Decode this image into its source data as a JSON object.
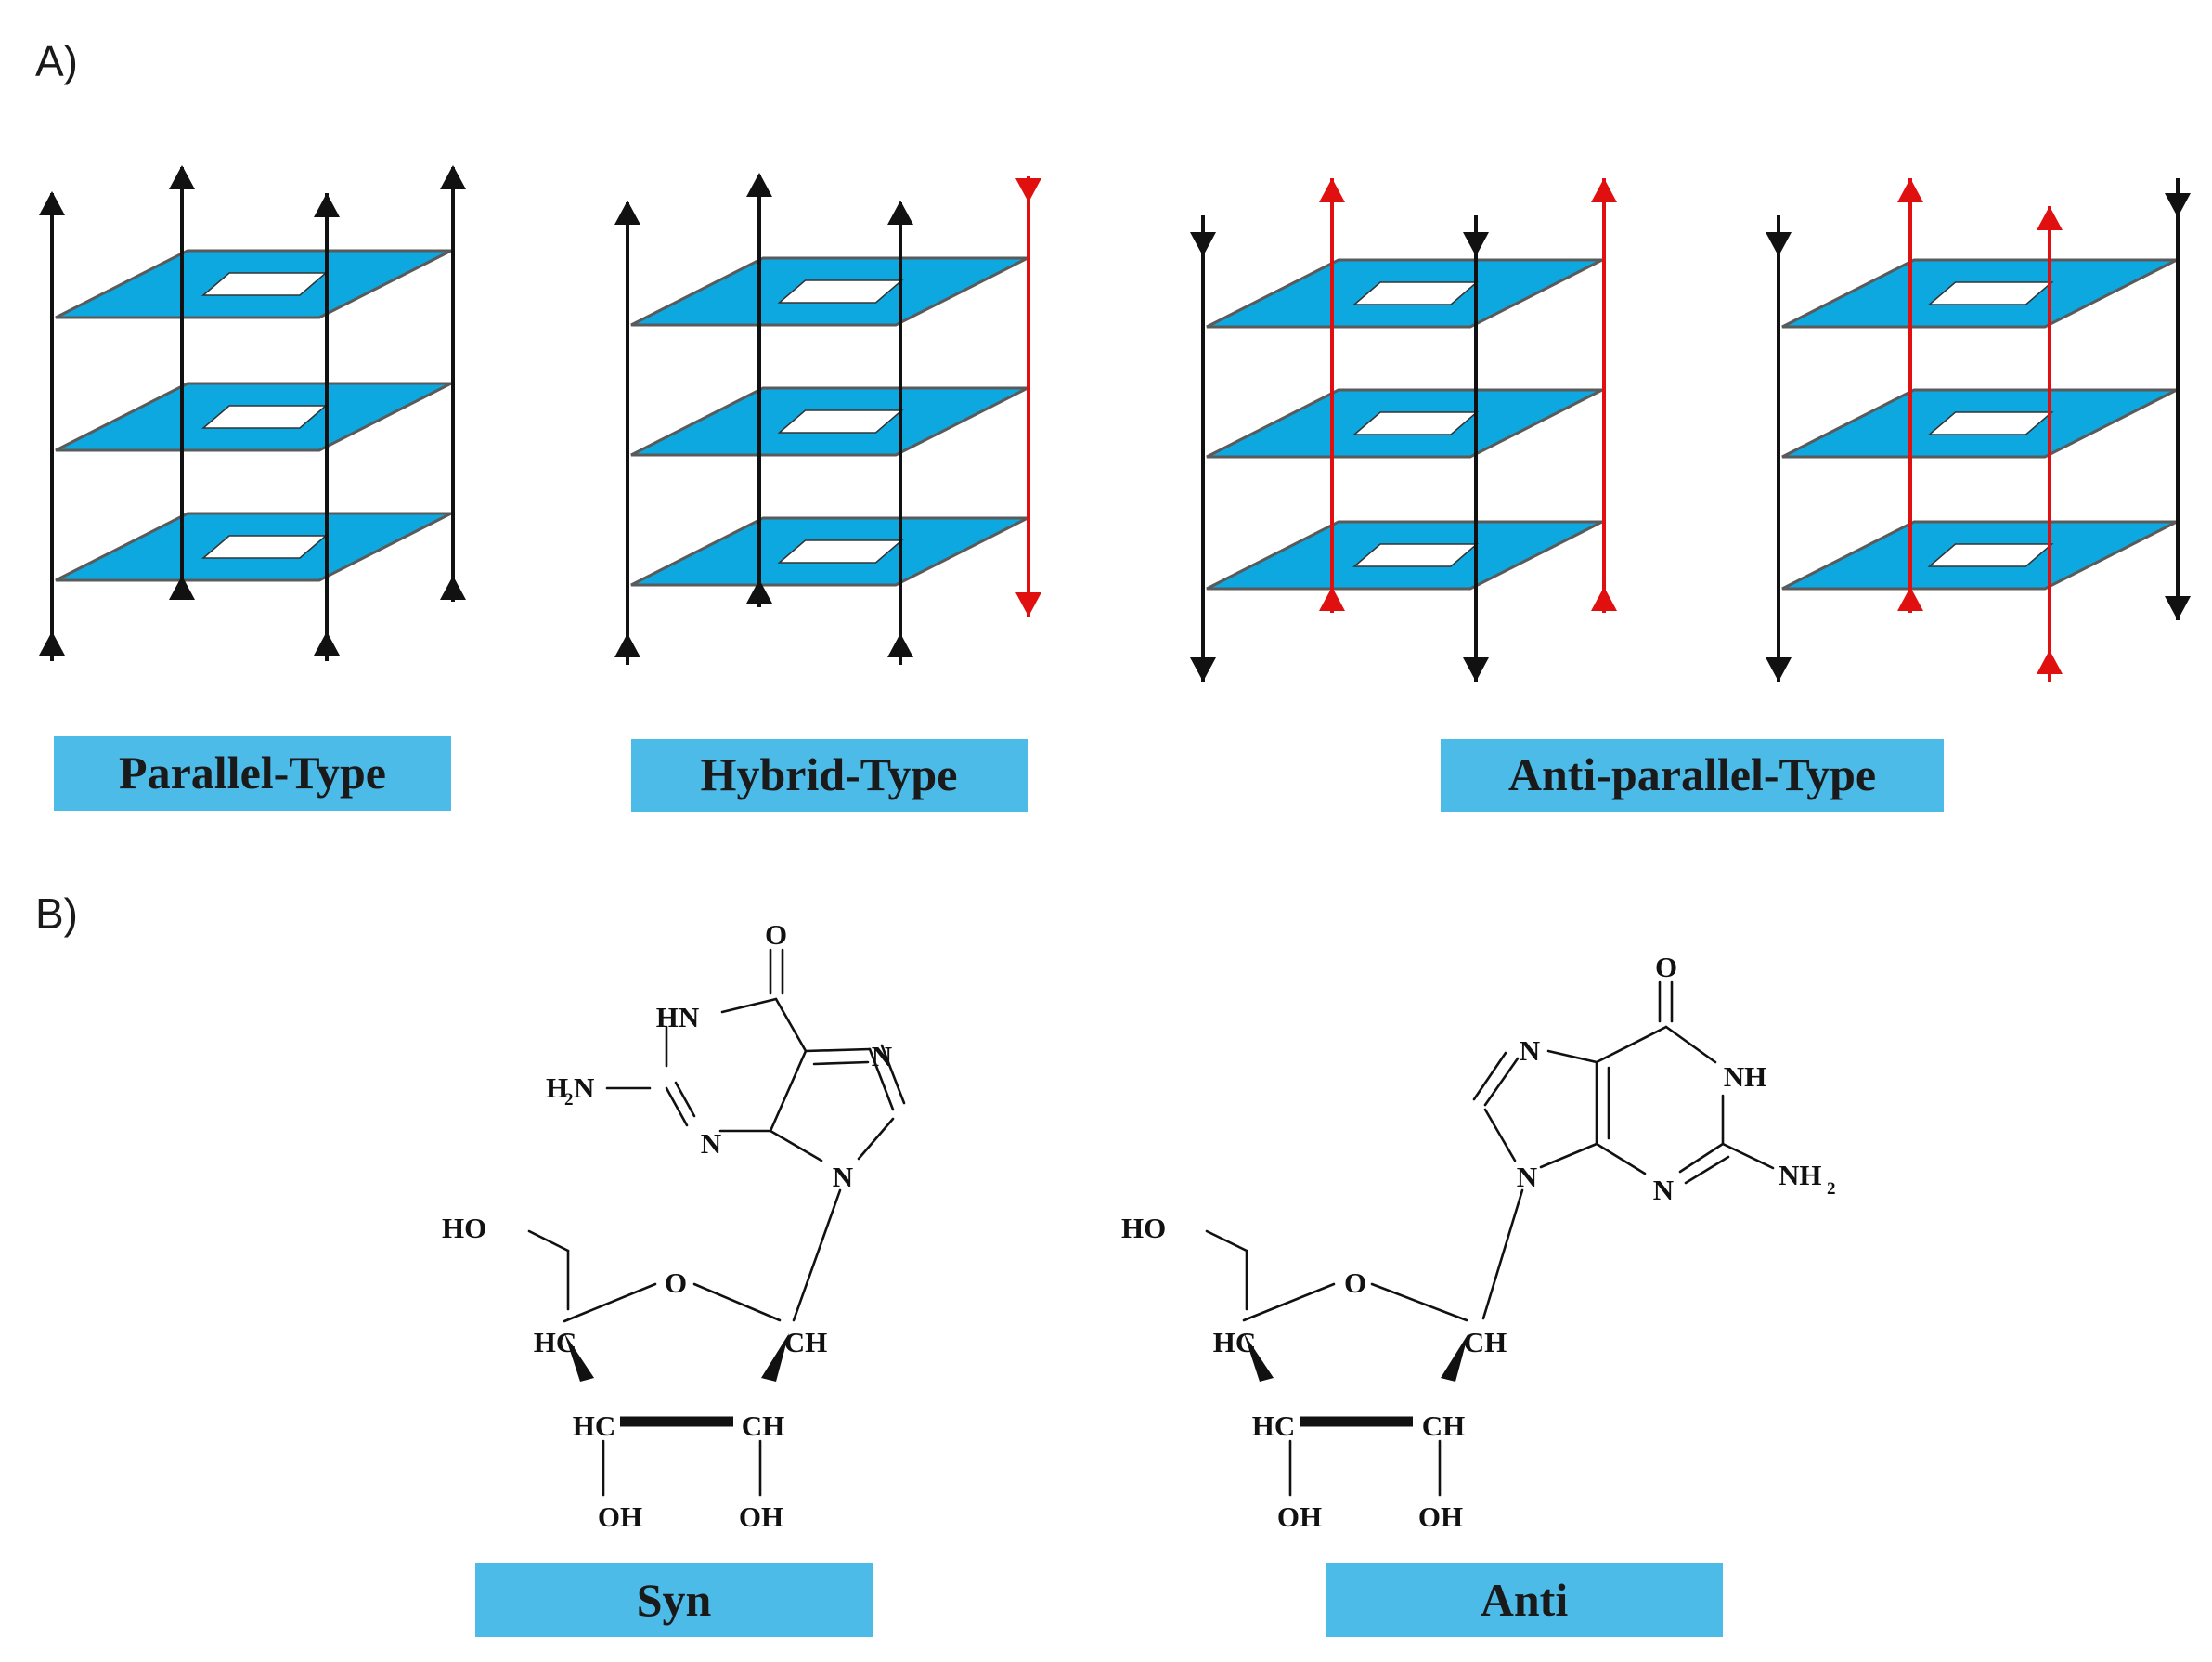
{
  "panel_a": {
    "letter": "A)"
  },
  "panel_b": {
    "letter": "B)"
  },
  "labels": {
    "parallel": "Parallel-Type",
    "hybrid": "Hybrid-Type",
    "antiparallel": "Anti-parallel-Type",
    "syn": "Syn",
    "anti": "Anti"
  },
  "syn_atoms": {
    "o_top": "O",
    "hn": "HN",
    "h2n_h": "H",
    "h2n_sub": "2",
    "h2n_n": "N",
    "n_ring_low": "N",
    "n_imid_top": "N",
    "n9": "N",
    "ho": "HO",
    "o_ring": "O",
    "hc4": "HC",
    "ch1": "CH",
    "hc3": "HC",
    "ch2": "CH",
    "oh3": "OH",
    "oh2": "OH"
  },
  "anti_atoms": {
    "o_top": "O",
    "nh": "NH",
    "nh2_n": "NH",
    "nh2_sub": "2",
    "n_ring_low": "N",
    "n_imid_top": "N",
    "n9": "N",
    "ho": "HO",
    "o_ring": "O",
    "hc4": "HC",
    "ch1": "CH",
    "hc3": "HC",
    "ch2": "CH",
    "oh3": "OH",
    "oh2": "OH"
  },
  "colors": {
    "plane": "#05a6de",
    "plane_edge": "#555555",
    "label_box": "#4dbbe8",
    "strand_black": "#111111",
    "strand_red": "#e01010"
  }
}
